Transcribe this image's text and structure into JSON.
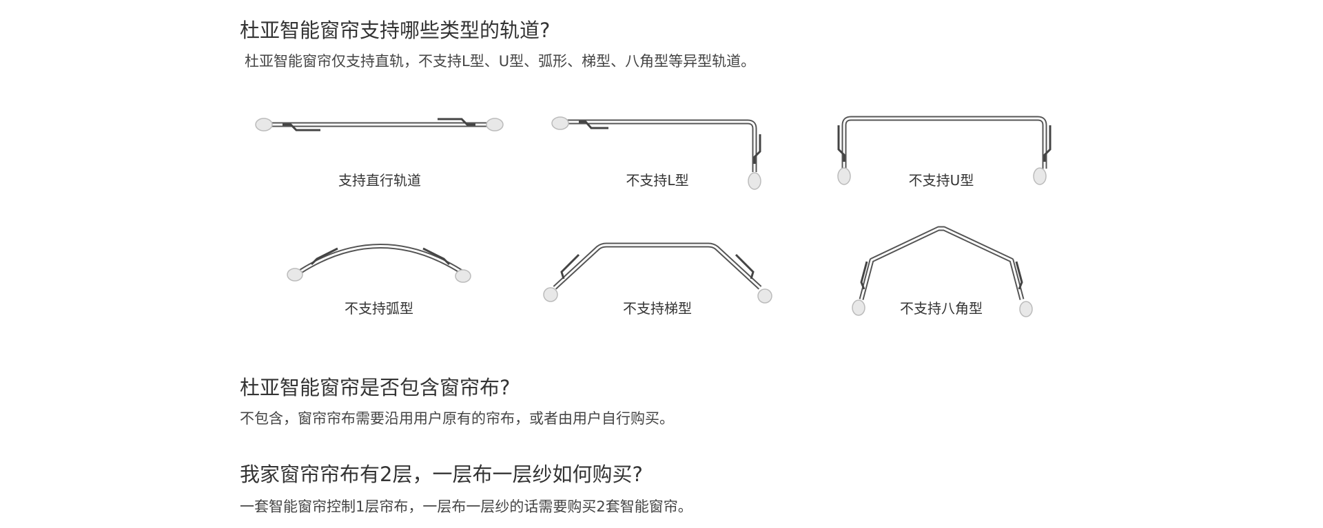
{
  "sections": [
    {
      "title": "杜亚智能窗帘支持哪些类型的轨道?",
      "text": "杜亚智能窗帘仅支持直轨，不支持L型、U型、弧形、梯型、八角型等异型轨道。"
    },
    {
      "title": "杜亚智能窗帘是否包含窗帘布?",
      "text": "不包含，窗帘帘布需要沿用用户原有的帘布，或者由用户自行购买。"
    },
    {
      "title": "我家窗帘帘布有2层，一层布一层纱如何购买?",
      "text": "一套智能窗帘控制1层帘布，一层布一层纱的话需要购买2套智能窗帘。"
    }
  ],
  "tracks": [
    {
      "label": "支持直行轨道"
    },
    {
      "label": "不支持L型"
    },
    {
      "label": "不支持U型"
    },
    {
      "label": "不支持弧型"
    },
    {
      "label": "不支持梯型"
    },
    {
      "label": "不支持八角型"
    }
  ]
}
